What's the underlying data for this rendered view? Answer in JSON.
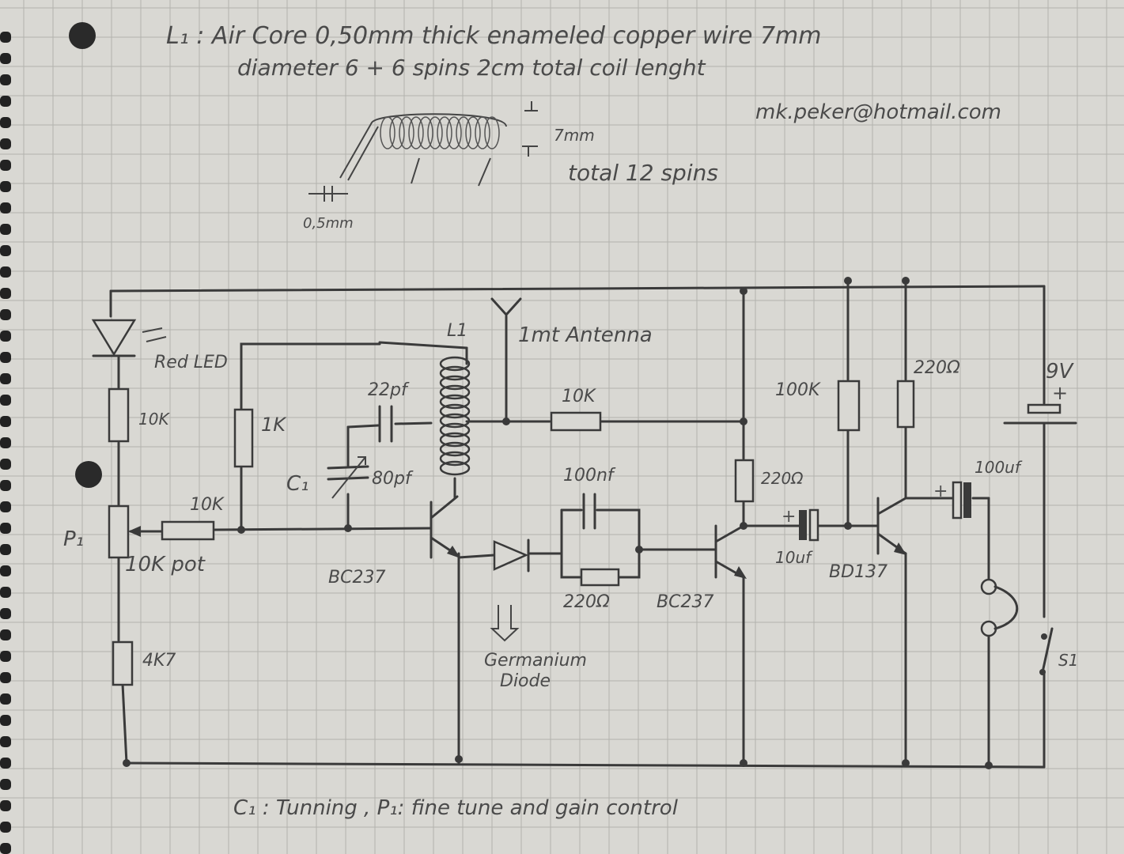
{
  "notes": {
    "line1": "L₁ : Air Core 0,50mm thick enameled copper wire 7mm",
    "line2": "diameter   6 + 6 spins   2cm total coil lenght",
    "email": "mk.peker@hotmail.com",
    "coil_dim": "7mm",
    "coil_spins": "total 12 spins",
    "wire_dim": "0,5mm",
    "footer": "C₁ : Tunning ,  P₁: fine tune and gain control"
  },
  "labels": {
    "red_led": "Red LED",
    "r10k_left": "10K",
    "r1k": "1K",
    "pot_label": "P₁",
    "pot_value": "10K pot",
    "r10k_pot": "10K",
    "r4k7": "4K7",
    "c1": "C₁",
    "c1_value": "80pf",
    "c22pf": "22pf",
    "l1": "L1",
    "antenna": "1mt Antenna",
    "r10k_mid": "10K",
    "c100nf": "100nf",
    "r220_diode": "220Ω",
    "diode_label_1": "Germanium",
    "diode_label_2": "Diode",
    "q1": "BC237",
    "q2": "BC237",
    "r220_mid": "220Ω",
    "c10uf": "10uf",
    "r100k": "100K",
    "r220_top": "220Ω",
    "q3": "BD137",
    "c100uf": "100uf",
    "battery": "9V",
    "battery_plus": "+",
    "switch": "S1"
  }
}
